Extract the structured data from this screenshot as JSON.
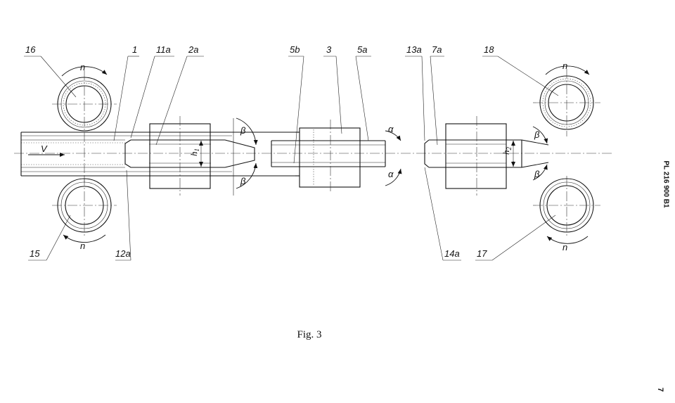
{
  "labels": {
    "l16": "16",
    "l1": "1",
    "l11a": "11a",
    "l2a": "2a",
    "l5b": "5b",
    "l3": "3",
    "l5a": "5a",
    "l13a": "13a",
    "l7a": "7a",
    "l18": "18",
    "l15": "15",
    "l12a": "12a",
    "l14a": "14a",
    "l17": "17"
  },
  "symbols": {
    "n": "n",
    "v": "V",
    "beta": "β",
    "alpha": "α",
    "h1": "h",
    "h2": "h",
    "sub1": "1",
    "sub2": "2"
  },
  "caption": "Fig. 3",
  "patent_number": "PL 216 900 B1",
  "page_number": "7"
}
